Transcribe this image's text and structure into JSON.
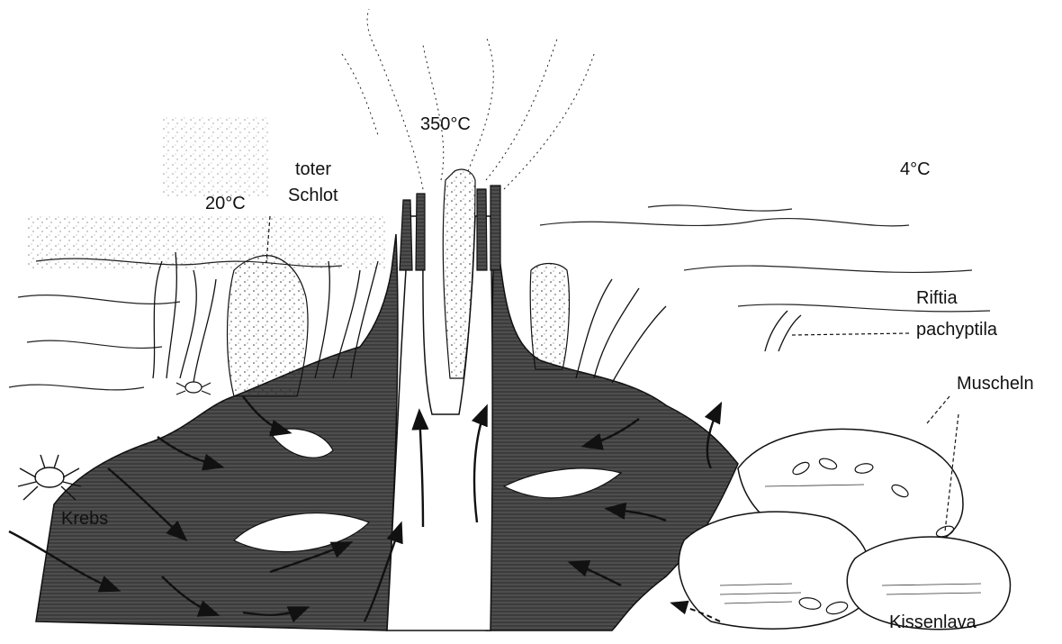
{
  "labels": {
    "temp_vent": "350°C",
    "temp_dead_chimney": "20°C",
    "dead_chimney_line1": "toter",
    "dead_chimney_line2": "Schlot",
    "temp_ambient": "4°C",
    "riftia_line1": "Riftia",
    "riftia_line2": "pachyptila",
    "mussels": "Muscheln",
    "crab": "Krebs",
    "pillow_lava": "Kissenlava"
  },
  "colors": {
    "rock_fill": "#4a4a4a",
    "ink": "#111111",
    "background": "#ffffff"
  }
}
